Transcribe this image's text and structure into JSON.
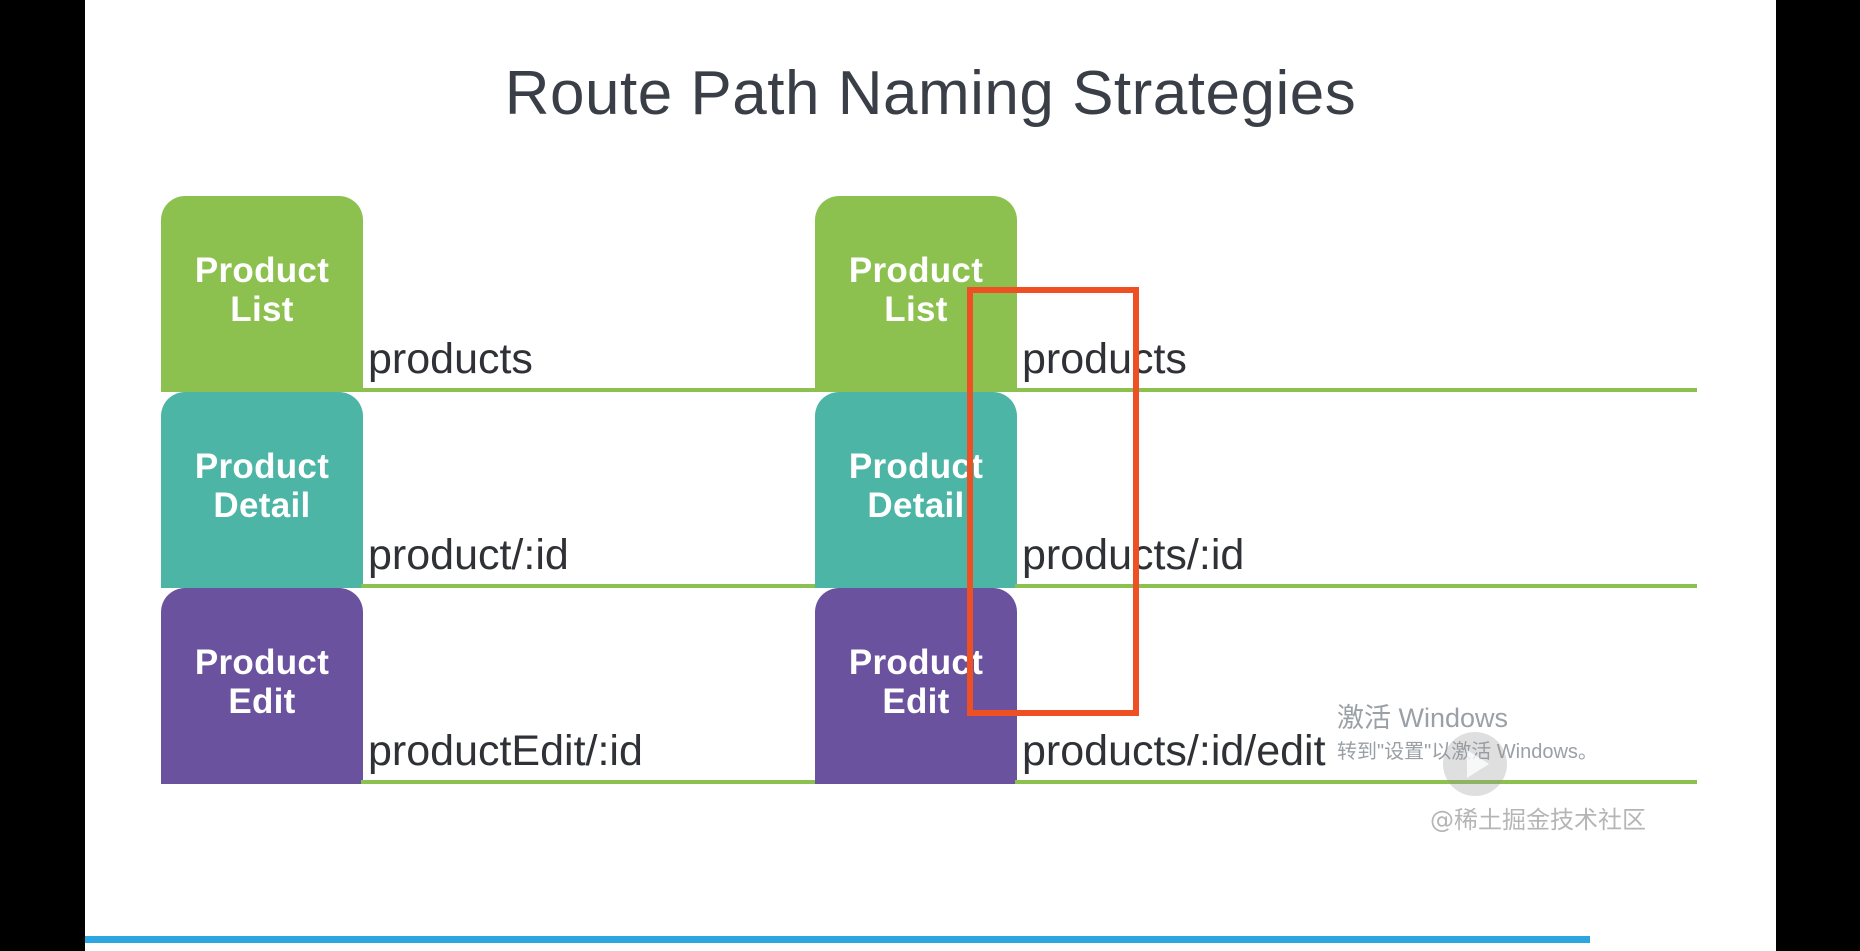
{
  "slide": {
    "title": "Route Path Naming Strategies",
    "background_color": "#ffffff"
  },
  "colors": {
    "green": "#8DC14F",
    "teal": "#4CB5A5",
    "purple": "#6A529E",
    "highlight": "#EE5024",
    "path_line": "#8DC14F",
    "path_text": "#2f3136",
    "title_text": "#3a3f47",
    "progress": "#2BA6E0",
    "letterbox": "#000000"
  },
  "columns": [
    {
      "name": "inconsistent-naming",
      "rows": [
        {
          "node_line1": "Product",
          "node_line2": "List",
          "node_color": "#8DC14F",
          "path": "products"
        },
        {
          "node_line1": "Product",
          "node_line2": "Detail",
          "node_color": "#4CB5A5",
          "path": "product/:id"
        },
        {
          "node_line1": "Product",
          "node_line2": "Edit",
          "node_color": "#6A529E",
          "path": "productEdit/:id"
        }
      ]
    },
    {
      "name": "consistent-naming",
      "rows": [
        {
          "node_line1": "Product",
          "node_line2": "List",
          "node_color": "#8DC14F",
          "path": "products"
        },
        {
          "node_line1": "Product",
          "node_line2": "Detail",
          "node_color": "#4CB5A5",
          "path": "products/:id"
        },
        {
          "node_line1": "Product",
          "node_line2": "Edit",
          "node_color": "#6A529E",
          "path": "products/:id/edit"
        }
      ]
    }
  ],
  "highlight": {
    "label": "common-prefix-highlight",
    "color": "#EE5024"
  },
  "watermark": {
    "activation_title": "激活 Windows",
    "activation_subtitle": "转到\"设置\"以激活 Windows。",
    "site": "@稀土掘金技术社区",
    "player_icon": "play-triangle-icon"
  },
  "player": {
    "progress_percent": 89
  }
}
